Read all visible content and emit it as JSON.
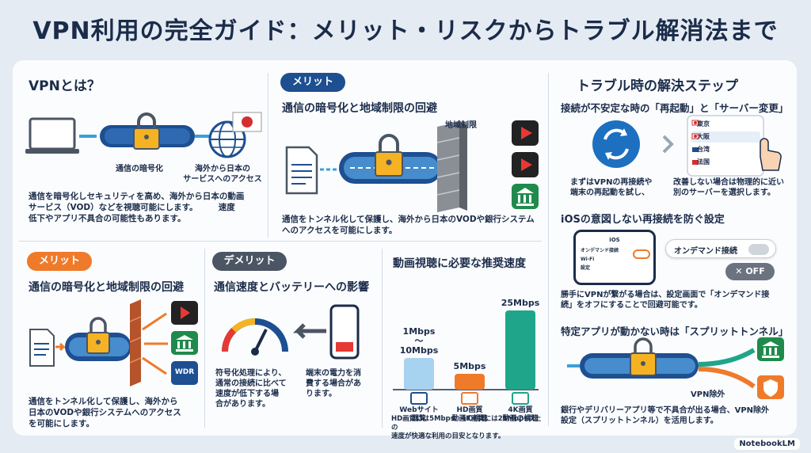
{
  "title": "VPN利用の完全ガイド：メリット・リスクからトラブル解消法まで",
  "colors": {
    "navy": "#1d4f91",
    "orange": "#ef7a2a",
    "gray": "#4b5563",
    "teal": "#1fa58a",
    "lightblue": "#a8d3f0"
  },
  "about": {
    "heading": "VPNとは？",
    "label_encrypt": "通信の暗号化",
    "label_access": "海外から日本の\nサービスへのアクセス",
    "desc1": "通信を暗号化しセキュリティを高め、海外から日本の動画",
    "desc2": "サービス（VOD）などを視聴可能にします。　　　速度",
    "desc3": "低下やアプリ不具合の可能性もあります。"
  },
  "merit_top": {
    "badge": "メリット",
    "heading": "通信の暗号化と地域制限の回避",
    "wall_label": "地域制限",
    "desc1": "通信をトンネル化して保護し、海外から日本のVODや銀行システム",
    "desc2": "へのアクセスを可能にします。"
  },
  "merit_bottom": {
    "badge": "メリット",
    "heading": "通信の暗号化と地域制限の回避",
    "wdr_label": "WDR",
    "desc1": "通信をトンネル化して保護し、海外から",
    "desc2": "日本のVODや銀行システムへのアクセス",
    "desc3": "を可能にします。"
  },
  "demerit": {
    "badge": "デメリット",
    "heading": "通信速度とバッテリーへの影響",
    "left1": "符号化処理により、",
    "left2": "通常の接続に比べて",
    "left3": "速度が低下する場",
    "left4": "合があります。",
    "right1": "端末の電力を消",
    "right2": "費する場合があ",
    "right3": "ります。"
  },
  "speed": {
    "heading": "動画視聴に必要な推奨速度",
    "note1": "HD画質には5Mbps、4K画質には25Mbps以上の",
    "note2": "速度が快適な利用の目安となります。"
  },
  "chart_data": {
    "type": "bar",
    "categories": [
      "Webサイト閲覧",
      "HD画質動画の視聴",
      "4K画質動画の視聴"
    ],
    "values": [
      10,
      5,
      25
    ],
    "value_labels": [
      "1Mbps\n〜\n10Mbps",
      "5Mbps",
      "25Mbps"
    ],
    "category_lines": [
      [
        "Webサイト",
        "閲覧"
      ],
      [
        "HD画質",
        "動画の視聴"
      ],
      [
        "4K画質",
        "動画の視聴"
      ]
    ],
    "colors": [
      "#a8d3f0",
      "#ef7a2a",
      "#1fa58a"
    ],
    "ylim": [
      0,
      25
    ],
    "grid": false
  },
  "trouble": {
    "heading": "トラブル時の解決ステップ",
    "step1_heading": "接続が不安定な時の「再起動」と「サーバー変更」",
    "step1_left1": "まずはVPNの再接続や",
    "step1_left2": "端末の再起動を試し、",
    "step1_right1": "改善しない場合は物理的に近い",
    "step1_right2": "別のサーバーを選択します。",
    "servers": [
      "東京",
      "大阪",
      "台湾",
      "法国"
    ],
    "step2_heading": "iOSの意図しない再接続を防ぐ設定",
    "ios_title": "iOS",
    "ios_rows": [
      "オンデマンド接続",
      "Wi-Fi",
      "設定"
    ],
    "ondemand_label": "オンデマンド接続",
    "off_label": "✕ OFF",
    "step2_desc1": "勝手にVPNが繋がる場合は、設定画面で「オンデマンド接",
    "step2_desc2": "続」をオフにすることで回避可能です。",
    "step3_heading": "特定アプリが動かない時は「スプリットトンネル」",
    "vpn_exclude": "VPN除外",
    "step3_desc1": "銀行やデリバリーアプリ等で不具合が出る場合、VPN除外",
    "step3_desc2": "設定（スプリットトンネル）を活用します。"
  },
  "brand": "NotebookLM"
}
